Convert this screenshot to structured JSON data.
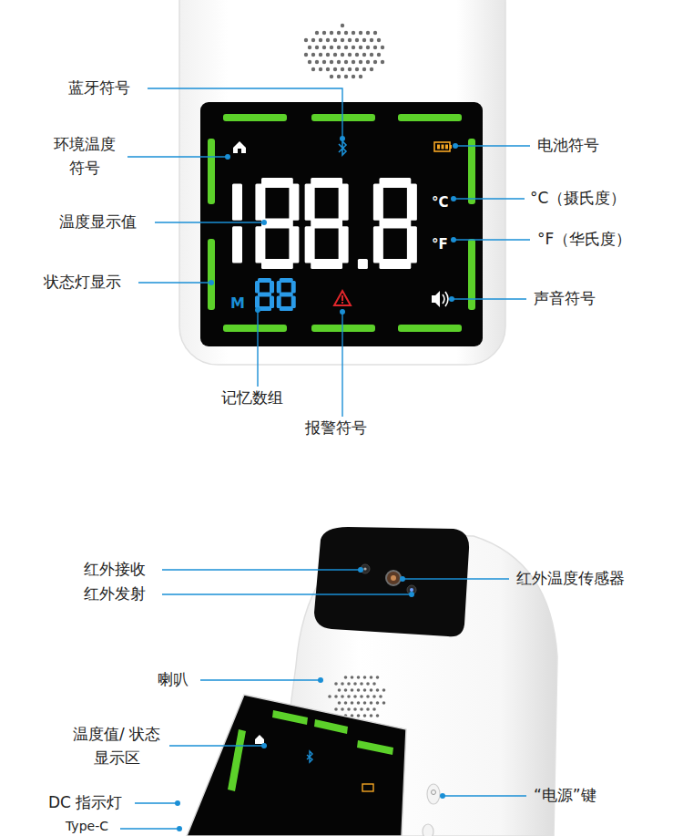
{
  "diagram": {
    "labels": [
      "蓝牙符号",
      "环境温度 符号",
      "温度显示值",
      "状态灯显示",
      "记忆数组",
      "报警符号",
      "电池符号",
      "°C（摄氏度）",
      "°F（华氏度）",
      "声音符号",
      "M",
      "°C",
      "°F",
      "188.8",
      "88",
      "红外接收",
      "红外发射",
      "红外温度传感器",
      "喇叭",
      "温度值/ 状态显示区",
      "DC 指示灯",
      "Type-C",
      "“电源”键"
    ]
  }
}
